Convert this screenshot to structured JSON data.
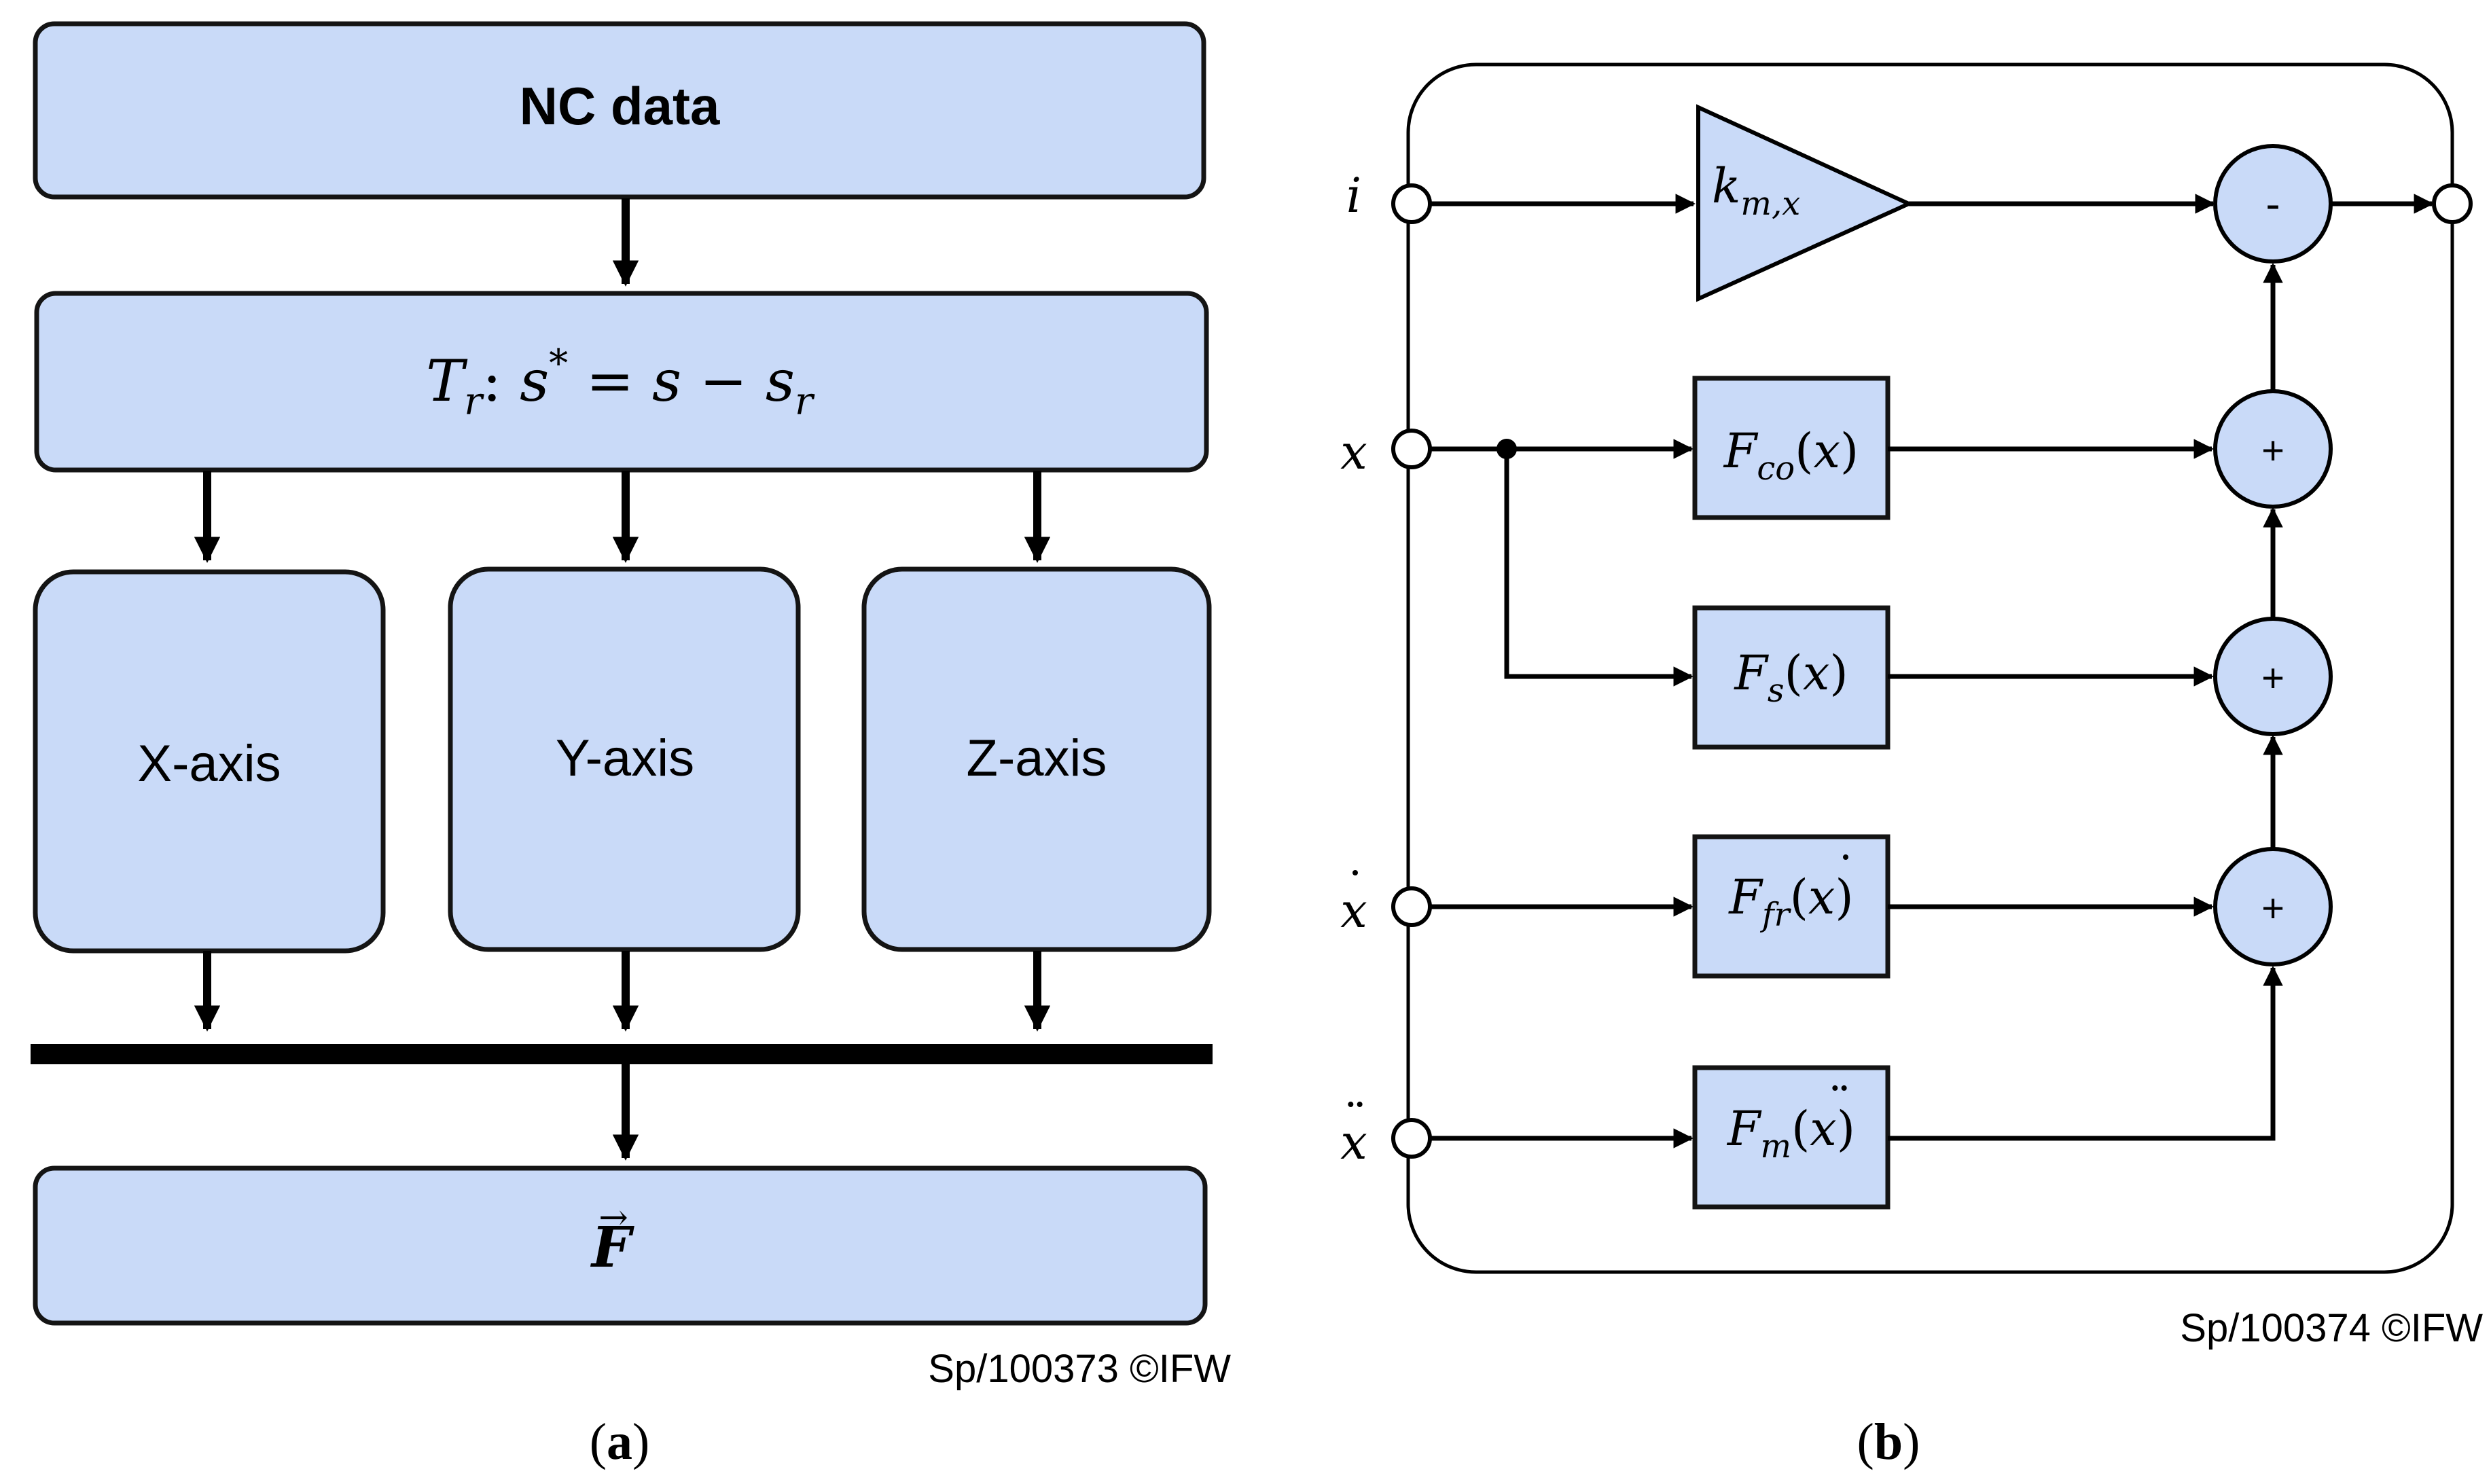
{
  "panel_a": {
    "nc_box": "NC data",
    "transform_box": {
      "T": "T",
      "T_sub": "r",
      "colon": ":",
      "lhs": "s",
      "lhs_sup": "*",
      "eq": "=",
      "s": "s",
      "minus": "−",
      "rhs": "s",
      "rhs_sub": "r"
    },
    "axes": [
      "X-axis",
      "Y-axis",
      "Z-axis"
    ],
    "force_box": "F",
    "force_arrow": "→",
    "copyright": "Sp/100373 ©IFW",
    "label_open": "(",
    "label_letter": "a",
    "label_close": ")"
  },
  "panel_b": {
    "inputs": [
      {
        "symbol": "i",
        "accent": ""
      },
      {
        "symbol": "x",
        "accent": ""
      },
      {
        "symbol": "x",
        "accent": "˙"
      },
      {
        "symbol": "x",
        "accent": "¨"
      }
    ],
    "gain": {
      "k": "k",
      "sub": "m,x"
    },
    "blocks": [
      {
        "F": "F",
        "sub": "co",
        "arg": "x",
        "arg_accent": ""
      },
      {
        "F": "F",
        "sub": "s",
        "arg": "x",
        "arg_accent": ""
      },
      {
        "F": "F",
        "sub": "fr",
        "arg": "x",
        "arg_accent": "˙"
      },
      {
        "F": "F",
        "sub": "m",
        "arg": "x",
        "arg_accent": "¨"
      }
    ],
    "summers": [
      "-",
      "+",
      "+",
      "+"
    ],
    "copyright": "Sp/100374 ©IFW",
    "label_open": "(",
    "label_letter": "b",
    "label_close": ")"
  }
}
